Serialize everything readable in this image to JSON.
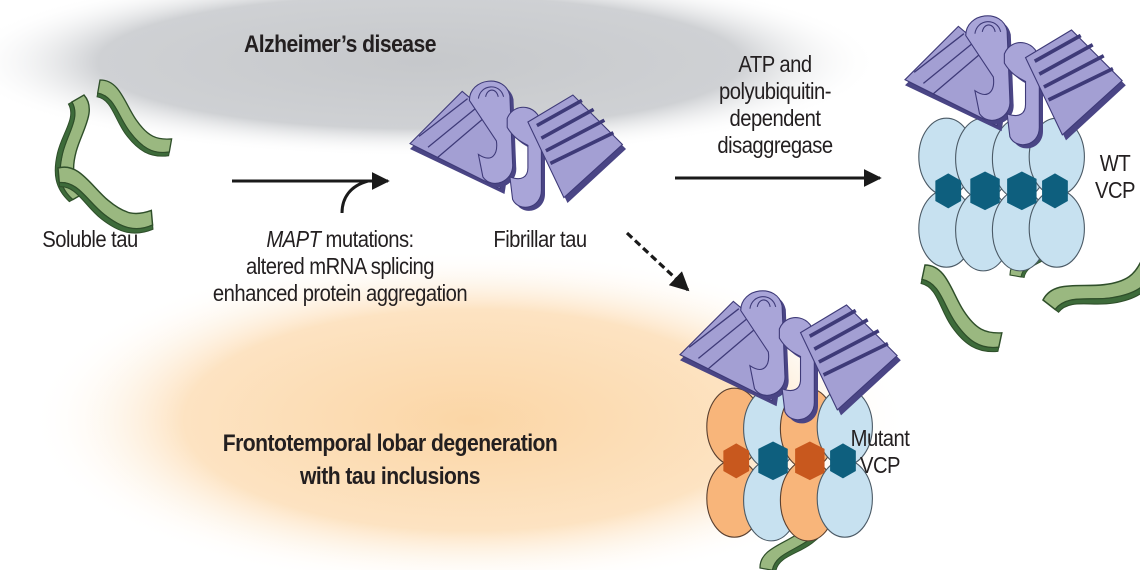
{
  "diagram": {
    "regions": {
      "alzheimers": {
        "label": "Alzheimer’s disease",
        "color": "#c9cbce"
      },
      "ftld": {
        "label_line1": "Frontotemporal lobar degeneration",
        "label_line2": "with tau inclusions",
        "color": "#fbd9ad"
      }
    },
    "nodes": {
      "soluble_tau": {
        "label": "Soluble tau"
      },
      "fibrillar_tau": {
        "label": "Fibrillar tau"
      },
      "wt_vcp": {
        "label_line1": "WT",
        "label_line2": "VCP"
      },
      "mutant_vcp": {
        "label_line1": "Mutant",
        "label_line2": "VCP"
      }
    },
    "edges": {
      "soluble_to_fibrillar": {
        "label_italic": "MAPT",
        "label_line1_rest": " mutations:",
        "label_line2": "altered mRNA splicing",
        "label_line3": "enhanced protein aggregation",
        "style": "solid"
      },
      "fibrillar_to_wt": {
        "label_lines": [
          "ATP and",
          "polyubiquitin-",
          "dependent",
          "disaggregase"
        ],
        "style": "solid"
      },
      "fibrillar_to_mutant": {
        "style": "dashed"
      }
    },
    "colors": {
      "tau_fill": "#9ab880",
      "tau_edge": "#3d6b3a",
      "fibril_fill": "#9c98cc",
      "fibril_dark": "#4a4585",
      "vcp_light_blue": "#c7e1f0",
      "vcp_orange": "#f8b57a",
      "hex_teal": "#0e5f7e",
      "hex_orange": "#c8581e",
      "arrow": "#1a1a1a"
    }
  }
}
